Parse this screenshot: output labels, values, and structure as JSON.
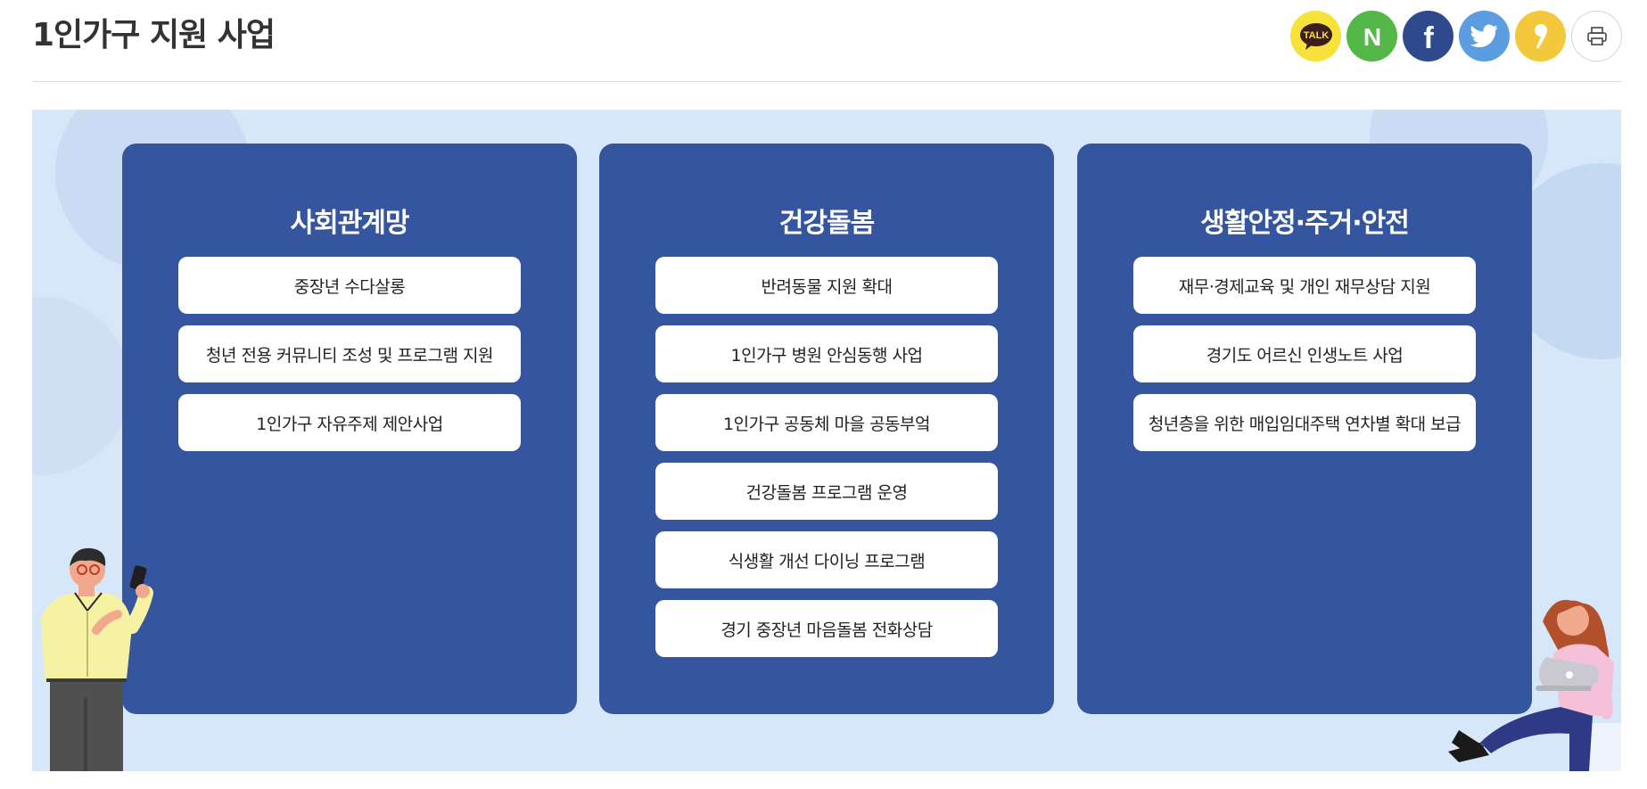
{
  "page": {
    "title": "1인가구 지원 사업"
  },
  "share": {
    "buttons": [
      {
        "name": "kakaotalk-share-button",
        "icon": "kakaotalk-icon",
        "label": "TALK",
        "bg": "#f7e13b"
      },
      {
        "name": "naver-share-button",
        "icon": "naver-icon",
        "label": "N",
        "bg": "#54b848"
      },
      {
        "name": "facebook-share-button",
        "icon": "facebook-icon",
        "label": "f",
        "bg": "#2e4a8c"
      },
      {
        "name": "twitter-share-button",
        "icon": "twitter-icon",
        "label": "",
        "bg": "#5c9ce0"
      },
      {
        "name": "kakaostory-share-button",
        "icon": "kakaostory-icon",
        "label": "",
        "bg": "#f4c83c"
      },
      {
        "name": "print-button",
        "icon": "printer-icon",
        "label": "",
        "bg": "#ffffff"
      }
    ]
  },
  "colors": {
    "card_bg": "#35559f",
    "banner_bg": "#d7e7fa",
    "item_bg": "#ffffff"
  },
  "cards": [
    {
      "title": "사회관계망",
      "items": [
        "중장년 수다살롱",
        "청년 전용 커뮤니티 조성 및 프로그램 지원",
        "1인가구 자유주제 제안사업"
      ]
    },
    {
      "title": "건강돌봄",
      "items": [
        "반려동물 지원 확대",
        "1인가구 병원 안심동행 사업",
        "1인가구 공동체 마을 공동부엌",
        "건강돌봄 프로그램 운영",
        "식생활 개선 다이닝 프로그램",
        "경기 중장년 마음돌봄 전화상담"
      ]
    },
    {
      "title": "생활안정·주거·안전",
      "items": [
        "재무·경제교육 및 개인 재무상담 지원",
        "경기도 어르신 인생노트 사업",
        "청년층을 위한 매입임대주택 연차별 확대 보급"
      ]
    }
  ]
}
